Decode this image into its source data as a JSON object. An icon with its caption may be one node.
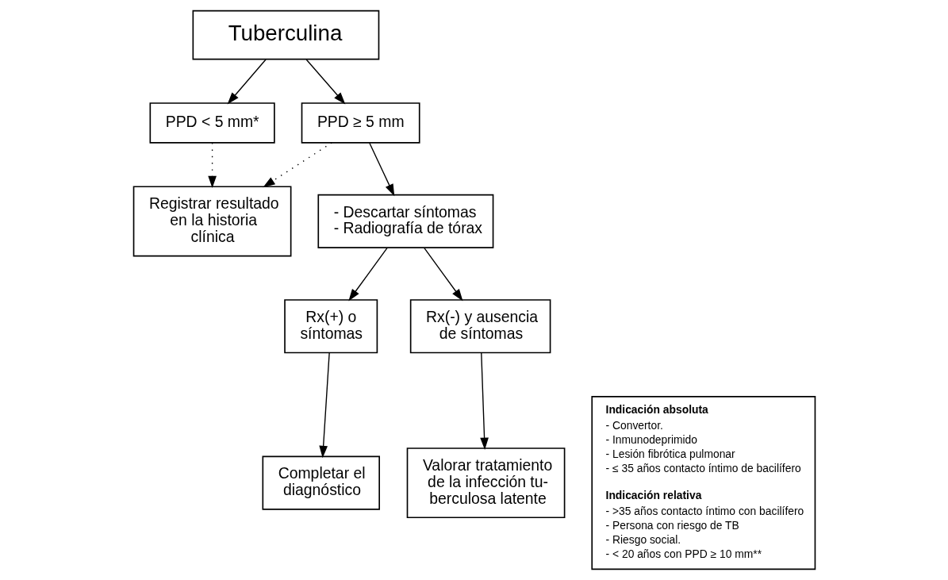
{
  "diagram": {
    "nodes": [
      {
        "text": [
          "Tuberculina"
        ]
      },
      {
        "text": [
          "PPD < 5 mm*"
        ]
      },
      {
        "text": [
          "PPD ≥ 5 mm"
        ]
      },
      {
        "text": [
          "Registrar resultado en la historia clínica"
        ]
      },
      {
        "text": [
          "- Descartar síntomas",
          "- Radiografía de tórax"
        ]
      },
      {
        "text": [
          "Rx(+) o síntomas"
        ]
      },
      {
        "text": [
          "Rx(-) y ausencia de síntomas"
        ]
      },
      {
        "text": [
          "Completar el diagnóstico"
        ]
      },
      {
        "text": [
          "Valorar tratamiento de la infección tu- berculosa latente"
        ]
      },
      {
        "text": [
          "Indicación absoluta",
          "- Convertor.",
          "- Inmunodeprimido",
          "- Lesión fibrótica pulmonar",
          "- ≤ 35 años contacto íntimo de bacilífero",
          "Indicación relativa",
          "- >35 años contacto íntimo con bacilífero",
          "- Persona con riesgo de TB",
          "- Riesgo social.",
          "- < 20 años con PPD ≥ 10 mm**"
        ]
      }
    ],
    "edges": [
      {
        "from": 0,
        "to": 1,
        "arrow": "to"
      },
      {
        "from": 0,
        "to": 2,
        "arrow": "to"
      },
      {
        "from": 1,
        "to": 3,
        "arrow": "to",
        "style": "dashed"
      },
      {
        "from": 2,
        "to": 3,
        "arrow": "to",
        "style": "dashed"
      },
      {
        "from": 2,
        "to": 4,
        "arrow": "to"
      },
      {
        "from": 4,
        "to": 5,
        "arrow": "to"
      },
      {
        "from": 4,
        "to": 6,
        "arrow": "to"
      },
      {
        "from": 5,
        "to": 7,
        "arrow": "to"
      },
      {
        "from": 6,
        "to": 8,
        "arrow": "to"
      }
    ]
  }
}
